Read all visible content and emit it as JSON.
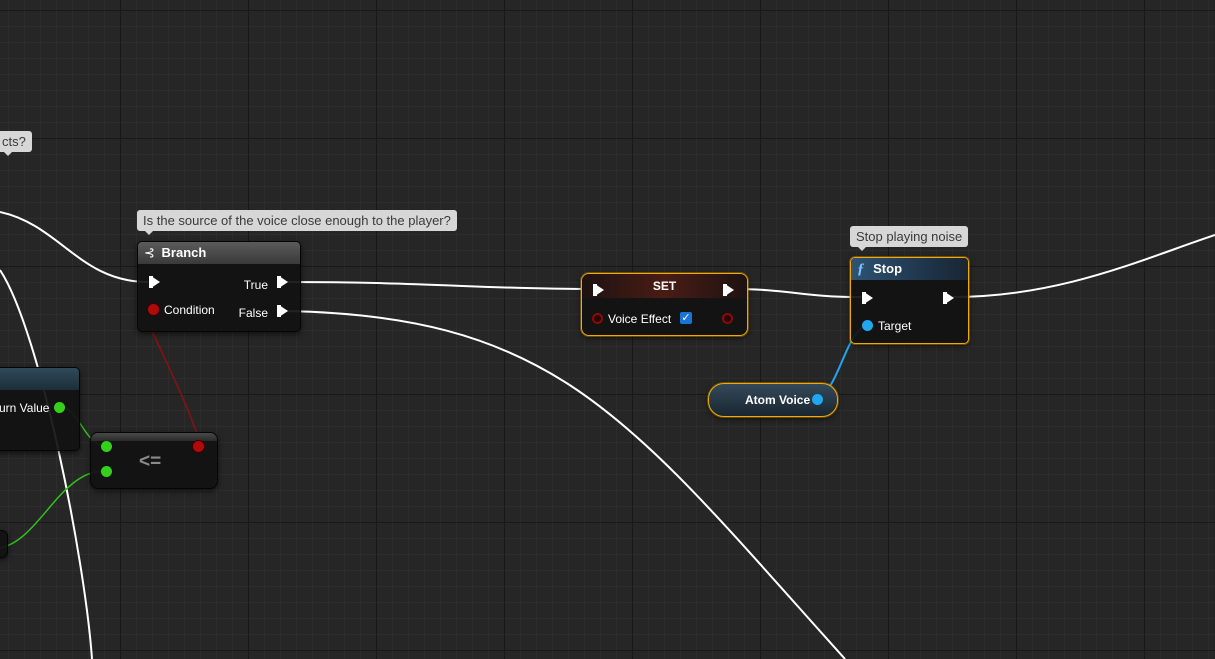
{
  "comments": {
    "left_partial": "cts?",
    "branch": "Is the source of the voice close enough to the player?",
    "stop": "Stop playing noise"
  },
  "branch_node": {
    "title": "Branch",
    "true_label": "True",
    "false_label": "False",
    "condition_label": "Condition"
  },
  "set_node": {
    "title": "SET",
    "variable_label": "Voice Effect",
    "checked": true
  },
  "stop_node": {
    "title": "Stop",
    "target_label": "Target"
  },
  "atom_voice_node": {
    "title": "Atom Voice"
  },
  "compare_node": {
    "operator": "<="
  },
  "partial_node": {
    "return_label": "urn Value"
  },
  "colors": {
    "exec": "#ffffff",
    "bool": "#b10a0a",
    "float": "#33d11a",
    "object": "#21a7f0",
    "selected_outline": "#f2a900"
  }
}
